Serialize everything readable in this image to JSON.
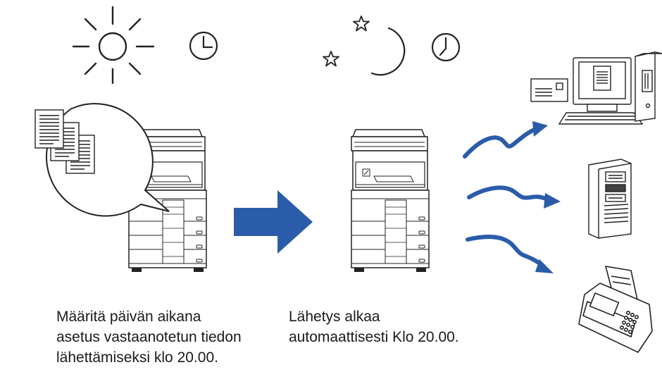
{
  "captions": {
    "left": [
      "Määritä päivän aikana",
      "asetus vastaanotetun tiedon",
      "lähettämiseksi klo 20.00."
    ],
    "right": [
      "Lähetys alkaa",
      "automaattisesti Klo 20.00."
    ]
  },
  "colors": {
    "arrow_blue": "#2a5caa",
    "line": "#1a1a1a",
    "background": "#ffffff"
  },
  "icons": {
    "day": [
      "sun-icon",
      "clock-icon"
    ],
    "night": [
      "star-icon",
      "moon-icon",
      "clock-icon"
    ],
    "destinations": [
      "computer-icon",
      "server-icon",
      "fax-icon"
    ]
  }
}
